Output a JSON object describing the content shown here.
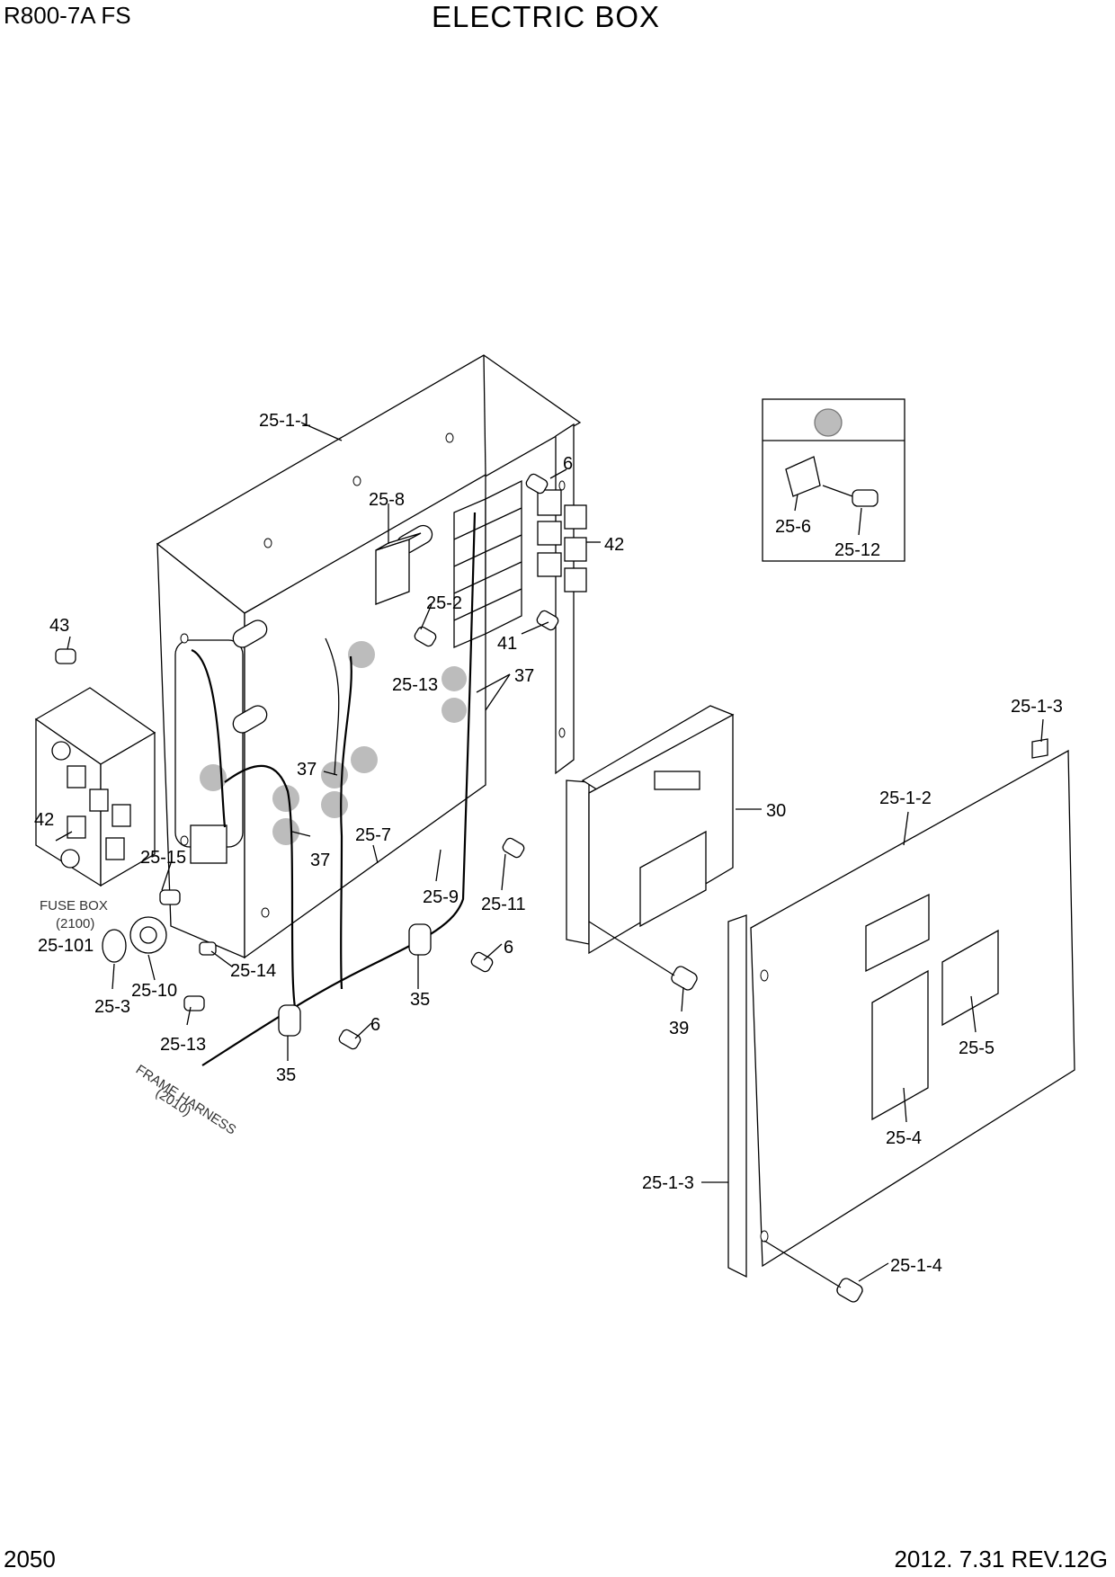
{
  "header": {
    "model": "R800-7A  FS",
    "title": "ELECTRIC BOX"
  },
  "footer": {
    "page": "2050",
    "revision": "2012. 7.31  REV.12G"
  },
  "detail_note": {
    "fuse_box_label": "FUSE BOX",
    "fuse_box_ref": "(2100)",
    "frame_harness_label": "FRAME HARNESS",
    "frame_harness_ref": "(2010)"
  },
  "part_labels": {
    "p25_1_1": "25-1-1",
    "p25_8": "25-8",
    "p6_top": "6",
    "p42_right": "42",
    "p25_2": "25-2",
    "p41": "41",
    "p43": "43",
    "p25_13_top": "25-13",
    "p37_upper": "37",
    "p37_mid": "37",
    "p37_lower": "37",
    "p42_left": "42",
    "p25_15": "25-15",
    "p25_7": "25-7",
    "p25_9": "25-9",
    "p25_11": "25-11",
    "p25_101": "25-101",
    "p25_14": "25-14",
    "p25_10": "25-10",
    "p25_3": "25-3",
    "p25_13_bottom": "25-13",
    "p6_mid": "6",
    "p35_right": "35",
    "p6_low": "6",
    "p35_left": "35",
    "p30": "30",
    "p39": "39",
    "p25_6": "25-6",
    "p25_12": "25-12",
    "p25_1_3_top": "25-1-3",
    "p25_1_2": "25-1-2",
    "p25_5": "25-5",
    "p25_4": "25-4",
    "p25_1_3_left": "25-1-3",
    "p25_1_4": "25-1-4"
  }
}
